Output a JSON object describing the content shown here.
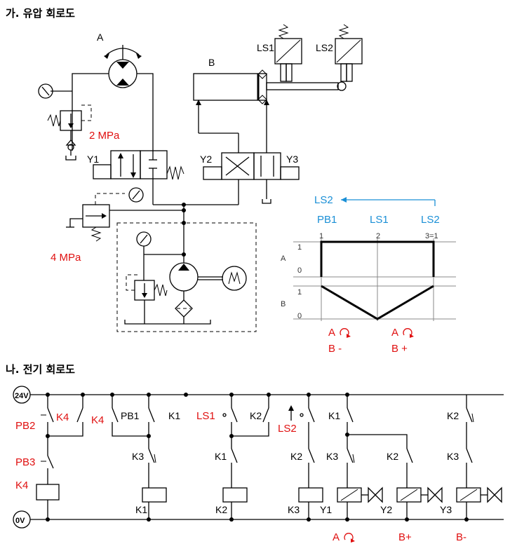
{
  "headings": {
    "hydraulic": "가. 유압 회로도",
    "electric": "나. 전기 회로도"
  },
  "hydraulic": {
    "motor": "A",
    "cylinder": "B",
    "ls1": "LS1",
    "ls2": "LS2",
    "y1": "Y1",
    "y2": "Y2",
    "y3": "Y3",
    "pressure1": "2 MPa",
    "pressure2": "4 MPa"
  },
  "displacement": {
    "arrow_label": "LS2",
    "events": [
      "PB1",
      "LS1",
      "LS2"
    ],
    "steps": [
      "1",
      "2",
      "3=1"
    ],
    "row_a": "A",
    "row_b": "B",
    "levels": [
      "1",
      "0",
      "1",
      "0"
    ],
    "phase1_motor": "A",
    "phase1_cyl": "B -",
    "phase2_motor": "A",
    "phase2_cyl": "B +"
  },
  "electric": {
    "supply": "24V",
    "ground": "0V",
    "pb2": "PB2",
    "pb3": "PB3",
    "k4_coil_label": "K4",
    "k4_contact1": "K4",
    "k4_contact2": "K4",
    "pb1": "PB1",
    "k1_contact": "K1",
    "k3_contact1": "K3",
    "ls1": "LS1",
    "k2_contact1": "K2",
    "k1_contact2": "K1",
    "ls2": "LS2",
    "k2_contact2": "K2",
    "k1_contact3": "K1",
    "k3_contact2": "K3",
    "k2_contact3": "K2",
    "k2_contact4": "K2",
    "k3_contact3": "K3",
    "coil_k1": "K1",
    "coil_k2": "K2",
    "coil_k3": "K3",
    "sol_y1": "Y1",
    "sol_y2": "Y2",
    "sol_y3": "Y3",
    "out_a": "A",
    "out_bplus": "B+",
    "out_bminus": "B-"
  }
}
